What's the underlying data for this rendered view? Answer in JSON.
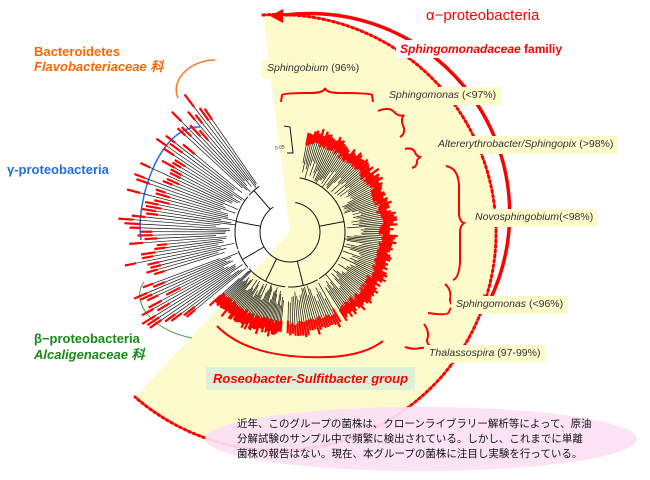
{
  "figure": {
    "type": "circular phylogenetic tree",
    "scale_bar_label": "0.05"
  },
  "colors": {
    "alpha": "#ff0000",
    "bacteroidetes": "#ff6600",
    "gamma": "#1f6fe0",
    "beta": "#188a18",
    "wedge": "#fdfbcc",
    "note_bg": "#fbe0f4",
    "roseo_bg": "#e0f0d8",
    "branch": "#111111",
    "leaf": "#ff0000"
  },
  "groups": {
    "alpha": {
      "title": "α−proteobacteria",
      "family_italic": "Sphingomonadaceae",
      "family_suffix": " familiy"
    },
    "bacteroidetes": {
      "line1": "Bacteroidetes",
      "line2": "Flavobacteriaceae 科"
    },
    "gamma": {
      "title": "γ-proteobacteria"
    },
    "beta": {
      "line1": "β−proteobacteria",
      "line2": "Alcaligenaceae 科"
    }
  },
  "clades": [
    {
      "id": "sphingobium",
      "genus": "Sphingobium",
      "identity": "  (96%)"
    },
    {
      "id": "sphingomonas-97",
      "genus": "Sphingomonas",
      "identity": " (<97%)"
    },
    {
      "id": "altererythrobacter",
      "genus": "Altererythrobacter/Sphingopix",
      "identity": " (>98%)"
    },
    {
      "id": "novosphingobium",
      "genus": "Novosphingobium",
      "identity": "(<98%)"
    },
    {
      "id": "sphingomonas-96",
      "genus": "Sphingomonas",
      "identity": " (<96%)"
    },
    {
      "id": "thalassospira",
      "genus": "Thalassospira",
      "identity": " (97-99%)"
    }
  ],
  "roseobacter_group": {
    "label": "Roseobacter-Sulfitbacter group"
  },
  "note": {
    "lines": [
      "近年、このグループの菌株は、クローンライブラリー解析等によって、原油",
      "分解試験のサンプル中で頻繁に検出されている。しかし、これまでに単離",
      "菌株の報告はない。現在、本グループの菌株に注目し実験を行っている。"
    ]
  },
  "tree_clades_deg": [
    {
      "name": "bacteroidetes",
      "from": 222,
      "to": 236,
      "leaves": 10,
      "color": "leaf"
    },
    {
      "name": "gamma",
      "from": 162,
      "to": 220,
      "leaves": 40,
      "color": "leaf"
    },
    {
      "name": "beta",
      "from": 140,
      "to": 160,
      "leaves": 16,
      "color": "leaf"
    },
    {
      "name": "roseobacter",
      "from": 95,
      "to": 138,
      "leaves": 46,
      "color": "leaf"
    },
    {
      "name": "thalassospira",
      "from": 60,
      "to": 92,
      "leaves": 22,
      "color": "leaf"
    },
    {
      "name": "sphingomonadaceae",
      "from": -80,
      "to": 58,
      "leaves": 110,
      "color": "leaf"
    }
  ]
}
